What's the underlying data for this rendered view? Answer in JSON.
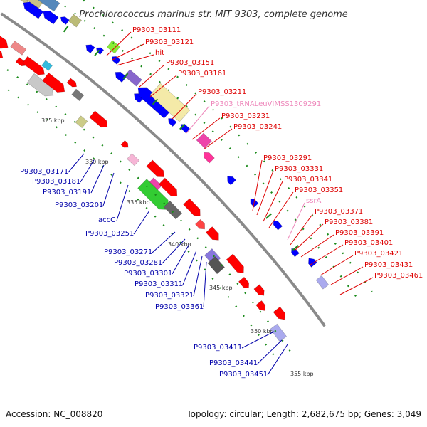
{
  "title": "Prochlorococcus marinus str. MIT 9303, complete genome",
  "footer": {
    "accession": "Accession: NC_008820",
    "summary": "Topology: circular; Length: 2,682,675 bp; Genes: 3,049"
  },
  "colors": {
    "backbone": "#8a8a8a",
    "forward_label": "#dd0000",
    "reverse_label": "#0000aa",
    "trna_label": "#ee88bb",
    "ncrna_label": "#ee88bb",
    "forward_feature": "#ff0000",
    "reverse_feature": "#0000ff",
    "tick": "#1a8a1a"
  },
  "ticks": [
    "325 kbp",
    "330 kbp",
    "335 kbp",
    "340 kbp",
    "345 kbp",
    "350 kbp",
    "355 kbp"
  ],
  "forward_labels": [
    "P9303_03111",
    "P9303_03121",
    "hit",
    "P9303_03151",
    "P9303_03161",
    "P9303_03211",
    "P9303_tRNALeuVIMSS1309291",
    "P9303_03231",
    "P9303_03241",
    "P9303_03291",
    "P9303_03331",
    "P9303_03341",
    "P9303_03351",
    "ssrA",
    "P9303_03371",
    "P9303_03381",
    "P9303_03391",
    "P9303_03401",
    "P9303_03421",
    "P9303_03431",
    "P9303_03461"
  ],
  "reverse_labels": [
    "P9303_03171",
    "P9303_03181",
    "P9303_03191",
    "P9303_03201",
    "accC",
    "P9303_03251",
    "P9303_03271",
    "P9303_03281",
    "P9303_03301",
    "P9303_03311",
    "P9303_03321",
    "P9303_03361",
    "P9303_03411",
    "P9303_03441",
    "P9303_03451"
  ]
}
